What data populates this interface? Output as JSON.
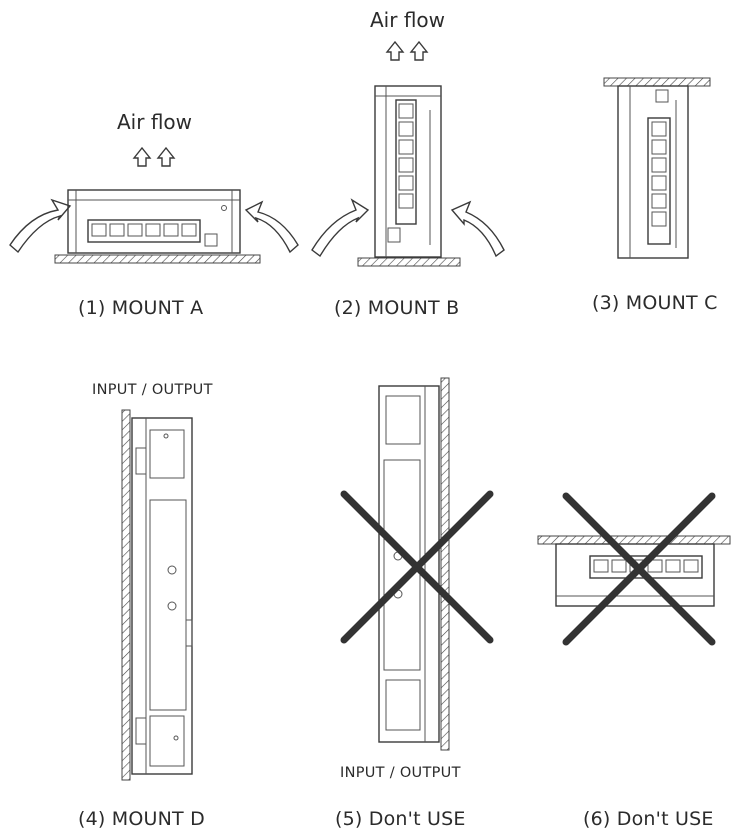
{
  "airflow_label_a": "Air flow",
  "airflow_label_b": "Air flow",
  "io_label_d": "INPUT / OUTPUT",
  "io_label_e": "INPUT / OUTPUT",
  "captions": {
    "mount_a": "(1) MOUNT A",
    "mount_b": "(2) MOUNT B",
    "mount_c": "(3) MOUNT C",
    "mount_d": "(4) MOUNT D",
    "dont_use_5": "(5) Don't USE",
    "dont_use_6": "(6) Don't USE"
  },
  "colors": {
    "line": "#3a3a3a",
    "cross": "#333333",
    "text": "#2b2b2b"
  }
}
